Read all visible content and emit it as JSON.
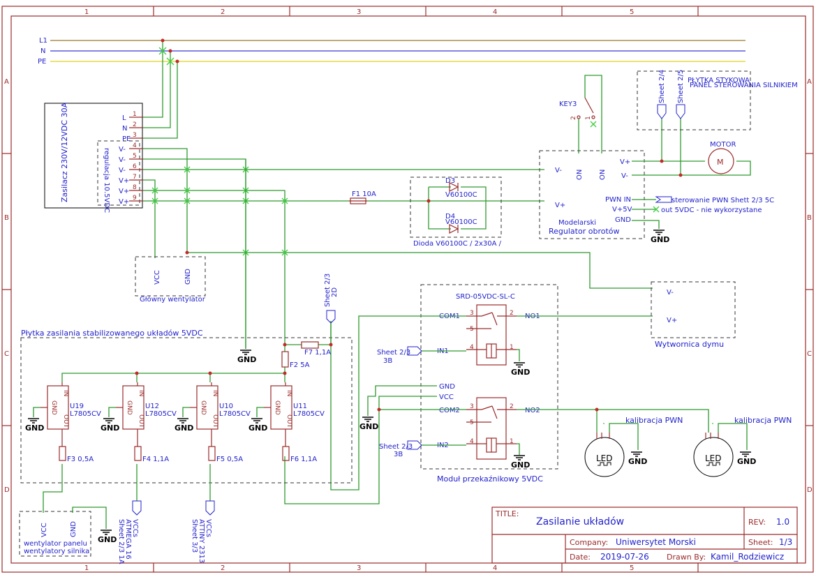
{
  "title_block": {
    "title_label": "TITLE:",
    "title": "Zasilanie układów",
    "rev_label": "REV:",
    "rev": "1.0",
    "company_label": "Company:",
    "company": "Uniwersytet Morski",
    "sheet_label": "Sheet:",
    "sheet": "1/3",
    "date_label": "Date:",
    "date": "2019-07-26",
    "drawn_label": "Drawn By:",
    "drawn_by": "Kamil_Rodziewicz"
  },
  "grid": {
    "columns": [
      "1",
      "2",
      "3",
      "4",
      "5"
    ],
    "rows": [
      "A",
      "B",
      "C",
      "D"
    ]
  },
  "mains": [
    "L1",
    "N",
    "PE"
  ],
  "psu": {
    "label": "Zasilacz 230V/12VDC 30A",
    "adjust": "regulacja 10.5VDC",
    "pins": [
      {
        "name": "L",
        "num": "1"
      },
      {
        "name": "N",
        "num": "2"
      },
      {
        "name": "PE",
        "num": "3"
      },
      {
        "name": "V-",
        "num": "4"
      },
      {
        "name": "V-",
        "num": "5"
      },
      {
        "name": "V-",
        "num": "6"
      },
      {
        "name": "V+",
        "num": "7"
      },
      {
        "name": "V+",
        "num": "8"
      },
      {
        "name": "V+",
        "num": "9"
      }
    ]
  },
  "main_fan": {
    "title": "Główny wentylator",
    "vcc": "VCC",
    "gnd": "GND"
  },
  "fuse_f1": "F1 10A",
  "diode": {
    "title": "Dioda V60100C / 2x30A /",
    "d3": "D3",
    "d3v": "V60100C",
    "d4": "D4",
    "d4v": "V60100C"
  },
  "key": {
    "name": "KEY3",
    "p1": "1",
    "p2": "2"
  },
  "regulator": {
    "title1": "Modelarski",
    "title2": "Regulator obrotów",
    "vminus": "V-",
    "vplus": "V+",
    "on1": "ON",
    "on2": "ON",
    "right_vplus": "V+",
    "right_vminus": "V-",
    "pwm_in": "PWN IN",
    "v5": "V+5V",
    "gnd": "GND"
  },
  "pwm_note": "sterowanie PWN Shett 2/3 5C",
  "out_note": "out 5VDC - nie wykorzystane",
  "stykowa": {
    "title": "PŁYTKA STYKOWA",
    "subtitle": "PANEL STEROWANIA SILNIKIEM",
    "s1": "Sheet 2/4",
    "s2": "Sheet 2/5"
  },
  "motor": {
    "label": "MOTOR",
    "sym": "M"
  },
  "relay_module": {
    "name": "SRD-05VDC-SL-C",
    "title": "Moduł przekaźnikowy 5VDC",
    "com1": "COM1",
    "no1": "NO1",
    "in1": "IN1",
    "com2": "COM2",
    "no2": "NO2",
    "in2": "IN2",
    "gnd": "GND",
    "vcc": "VCC",
    "sheet_in1": "Sheet 2/3",
    "sheet_in1b": "3B",
    "sheet_in2": "Sheet 2/3",
    "sheet_in2b": "3B"
  },
  "smoke": {
    "title": "Wytwornica dymu",
    "vminus": "V-",
    "vplus": "V+"
  },
  "sheet_2d": {
    "a": "Sheet 2/3",
    "b": "2D"
  },
  "board": {
    "title": "Płytka zasilania stabilizowanego układów 5VDC",
    "regs": [
      {
        "ref": "U19",
        "part": "L7805CV",
        "fuse": "F3 0,5A"
      },
      {
        "ref": "U12",
        "part": "L7805CV",
        "fuse": "F4 1,1A"
      },
      {
        "ref": "U10",
        "part": "L7805CV",
        "fuse": "F5 0,5A"
      },
      {
        "ref": "U11",
        "part": "L7805CV",
        "fuse": "F6 1,1A"
      }
    ],
    "in": "IN",
    "out": "OUT",
    "gndpin": "GND",
    "f2": "F2 5A",
    "f7": "F7 1,1A"
  },
  "gnd_label": "GND",
  "panel_fans": {
    "vcc": "VCC",
    "gnd": "GND",
    "t1": "wentylator panelu",
    "t2": "wentylatory silnika"
  },
  "vcc_atmega": [
    "VCCs",
    "ATMEGA 16",
    "Sheet 2/3 1A"
  ],
  "vcc_attiny": [
    "VCCs",
    "ATTINY 2313",
    "Sheet 3/3"
  ],
  "led_kal": "kalibracja PWN",
  "led": "LED"
}
